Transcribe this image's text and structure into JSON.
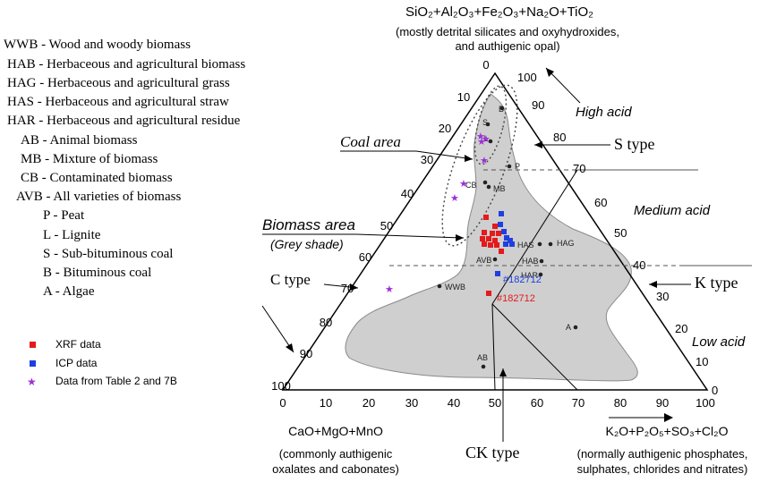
{
  "colors": {
    "biomass_area_fill": "#cfcfcf",
    "biomass_area_stroke": "#8a8a8a",
    "axes": "#000000",
    "xrf": "#e41a1c",
    "icp": "#1f3fe0",
    "table_data": "#9b30d9",
    "sample_point": "#222222"
  },
  "apex_labels": {
    "top_formula": "SiO₂+Al₂O₃+Fe₂O₃+Na₂O+TiO₂",
    "top_desc_1": "(mostly detrital silicates and oxyhydroxides,",
    "top_desc_2": "and authigenic opal)",
    "left_formula": "CaO+MgO+MnO",
    "left_desc_1": "(commonly authigenic",
    "left_desc_2": "oxalates and cabonates)",
    "right_formula": "K₂O+P₂O₅+SO₃+Cl₂O",
    "right_desc_1": "(normally authigenic phosphates,",
    "right_desc_2": "sulphates, chlorides and nitrates)"
  },
  "ticks": {
    "left_side": [
      "0",
      "10",
      "20",
      "30",
      "40",
      "50",
      "60",
      "70",
      "80",
      "90",
      "100"
    ],
    "right_side": [
      "100",
      "90",
      "80",
      "70",
      "60",
      "50",
      "40",
      "30",
      "20",
      "10",
      "0"
    ],
    "bottom": [
      "0",
      "10",
      "20",
      "30",
      "40",
      "50",
      "60",
      "70",
      "80",
      "90",
      "100"
    ]
  },
  "region_labels": {
    "coal_area": "Coal area",
    "biomass_area": "Biomass area",
    "grey_shade": "(Grey shade)",
    "c_type": "C type",
    "s_type": "S type",
    "k_type": "K type",
    "ck_type": "CK type",
    "high_acid": "High acid",
    "medium_acid": "Medium acid",
    "low_acid": "Low acid"
  },
  "abbreviations": [
    {
      "code": "WWB",
      "text": "WWB - Wood and woody biomass"
    },
    {
      "code": "HAB",
      "text": "HAB - Herbaceous and agricultural biomass"
    },
    {
      "code": "HAG",
      "text": "HAG - Herbaceous and agricultural grass"
    },
    {
      "code": "HAS",
      "text": "HAS - Herbaceous and agricultural straw"
    },
    {
      "code": "HAR",
      "text": "HAR - Herbaceous and agricultural residue"
    },
    {
      "code": "AB",
      "text": "AB - Animal biomass"
    },
    {
      "code": "MB",
      "text": "MB - Mixture of biomass"
    },
    {
      "code": "CB",
      "text": "CB - Contaminated biomass"
    },
    {
      "code": "AVB",
      "text": "AVB - All varieties of biomass"
    },
    {
      "code": "P",
      "text": "P - Peat"
    },
    {
      "code": "L",
      "text": "L - Lignite"
    },
    {
      "code": "S",
      "text": "S - Sub-bituminous coal"
    },
    {
      "code": "B",
      "text": "B - Bituminous coal"
    },
    {
      "code": "A",
      "text": "A - Algae"
    }
  ],
  "legend": [
    {
      "label": "XRF data",
      "marker": "square",
      "color": "#e41a1c"
    },
    {
      "label": "ICP data",
      "marker": "square",
      "color": "#1f3fe0"
    },
    {
      "label": "Data from Table 2 and 7B",
      "marker": "star",
      "color": "#9b30d9"
    }
  ],
  "sample_points": [
    {
      "label": "B",
      "x_pct": 48,
      "top_pct": 84
    },
    {
      "label": "S",
      "x_pct": 45,
      "top_pct": 78
    },
    {
      "label": "L",
      "x_pct": 46,
      "top_pct": 74
    },
    {
      "label": "P",
      "x_pct": 53,
      "top_pct": 72
    },
    {
      "label": "CB",
      "x_pct": 44,
      "top_pct": 67
    },
    {
      "label": "MB",
      "x_pct": 47,
      "top_pct": 64
    },
    {
      "label": "HAS",
      "x_pct": 56,
      "top_pct": 48
    },
    {
      "label": "HAG",
      "x_pct": 64,
      "top_pct": 48
    },
    {
      "label": "HAR",
      "x_pct": 57,
      "top_pct": 45
    },
    {
      "label": "AVB",
      "x_pct": 50,
      "top_pct": 43
    },
    {
      "label": "HAB",
      "x_pct": 58,
      "top_pct": 41
    },
    {
      "label": "WWB",
      "x_pct": 34,
      "top_pct": 33
    },
    {
      "label": "A",
      "x_pct": 75,
      "top_pct": 20
    },
    {
      "label": "AB",
      "x_pct": 47,
      "top_pct": 8
    }
  ],
  "sample_labels_text": {
    "B": "B",
    "S": "S",
    "L": "L",
    "P": "P",
    "CB": "CB",
    "MB": "MB",
    "HAS": "HAS",
    "HAG": "HAG",
    "HAR": "HAR",
    "AVB": "AVB",
    "HAB": "HAB",
    "WWB": "WWB",
    "A": "A",
    "AB": "AB"
  },
  "xrf_points": [
    {
      "x_pct": 49.5,
      "top_pct": 56
    },
    {
      "x_pct": 51.0,
      "top_pct": 54
    },
    {
      "x_pct": 49.8,
      "top_pct": 52
    },
    {
      "x_pct": 51.5,
      "top_pct": 52
    },
    {
      "x_pct": 50.0,
      "top_pct": 50
    },
    {
      "x_pct": 51.0,
      "top_pct": 49
    },
    {
      "x_pct": 52.0,
      "top_pct": 49
    },
    {
      "x_pct": 49.5,
      "top_pct": 48
    },
    {
      "x_pct": 50.5,
      "top_pct": 47.5
    },
    {
      "x_pct": 51.5,
      "top_pct": 47
    },
    {
      "x_pct": 52.5,
      "top_pct": 47.5
    },
    {
      "x_pct": 53.5,
      "top_pct": 49
    },
    {
      "x_pct": 55.3,
      "top_pct": 32
    }
  ],
  "icp_points": [
    {
      "x_pct": 55.0,
      "top_pct": 57
    },
    {
      "x_pct": 54.5,
      "top_pct": 54
    },
    {
      "x_pct": 55.0,
      "top_pct": 52
    },
    {
      "x_pct": 55.8,
      "top_pct": 51.5
    },
    {
      "x_pct": 56.2,
      "top_pct": 50
    },
    {
      "x_pct": 57.0,
      "top_pct": 49.5
    },
    {
      "x_pct": 58.0,
      "top_pct": 48.5
    },
    {
      "x_pct": 54.0,
      "top_pct": 38
    }
  ],
  "table_points": [
    {
      "x_pct": 46.5,
      "top_pct": 78
    },
    {
      "x_pct": 47.0,
      "top_pct": 77.5
    },
    {
      "x_pct": 45.5,
      "top_pct": 76
    },
    {
      "x_pct": 47.5,
      "top_pct": 73
    },
    {
      "x_pct": 43.0,
      "top_pct": 68
    },
    {
      "x_pct": 41.0,
      "top_pct": 63.5
    },
    {
      "x_pct": 24.0,
      "top_pct": 32
    }
  ],
  "sample_ids": {
    "icp_id": "#182712",
    "xrf_id": "#182712"
  }
}
